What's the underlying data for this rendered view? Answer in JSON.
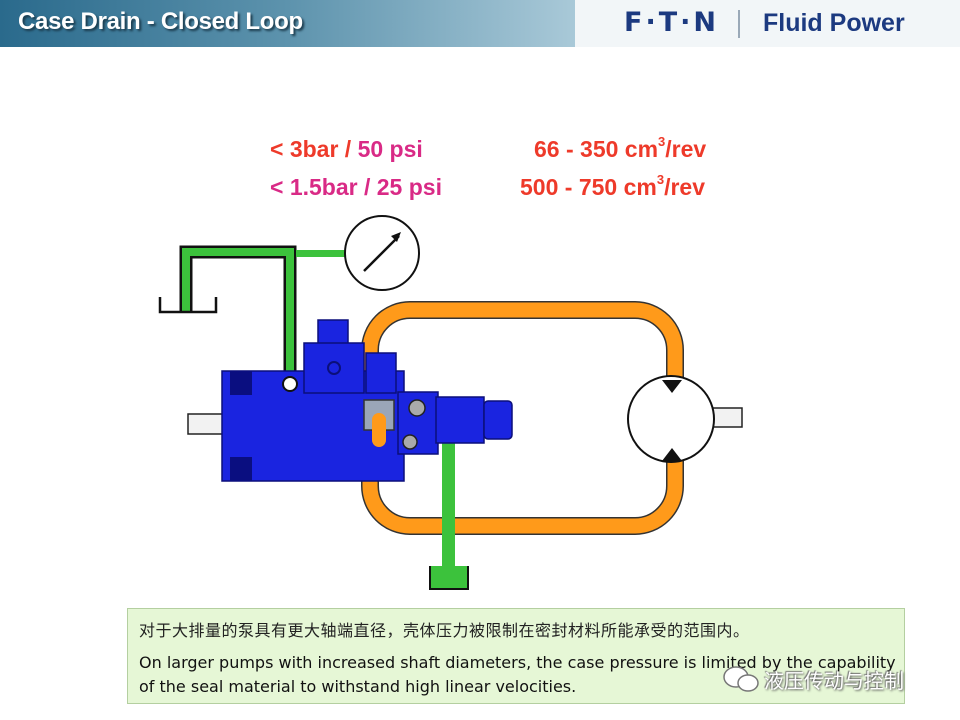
{
  "header": {
    "title": "Case Drain - Closed Loop",
    "brand_logo": "F·T·N",
    "brand_text": "Fluid Power"
  },
  "specs": [
    {
      "pressure_prefix": "< 3bar / ",
      "pressure_psi": "50 psi",
      "displacement": "66 - 350 cm",
      "exp": "3",
      "unit": "/rev"
    },
    {
      "pressure_prefix": "< 1.5bar / 25 psi",
      "displacement": "500 - 750 cm",
      "exp": "3",
      "unit": "/rev"
    }
  ],
  "note": {
    "chinese": "对于大排量的泵具有更大轴端直径，壳体压力被限制在密封材料所能承受的范围内。",
    "english": "On larger pumps with increased shaft diameters, the case pressure is limited by the capability of the seal material to withstand high linear velocities."
  },
  "watermark": {
    "text": "液压传动与控制"
  },
  "colors": {
    "loop_line": "#ff9a1a",
    "drain_line": "#3cc23c",
    "pump_body": "#1a24e0",
    "red_text": "#ee3a2a",
    "magenta_text": "#d92a86",
    "note_bg": "#e6f7d6"
  }
}
